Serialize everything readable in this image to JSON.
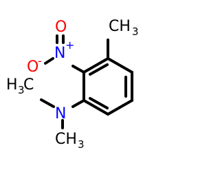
{
  "molecule": {
    "atoms": {
      "methyl_top": {
        "symbol": "CH",
        "count": "3"
      },
      "oxygen_double": {
        "symbol": "O"
      },
      "nitro_nitrogen": {
        "symbol": "N",
        "charge": "+"
      },
      "oxygen_single": {
        "symbol": "O",
        "charge": "-"
      },
      "amine_nitrogen": {
        "symbol": "N"
      },
      "methyl_left": {
        "symbol": "H",
        "count": "3",
        "tail": "C"
      },
      "methyl_bottom": {
        "symbol": "CH",
        "count": "3"
      }
    }
  },
  "colors": {
    "bond": "#000000",
    "carbon_hydrogen": "#000000",
    "nitrogen": "#0000ff",
    "oxygen": "#ff0000"
  }
}
